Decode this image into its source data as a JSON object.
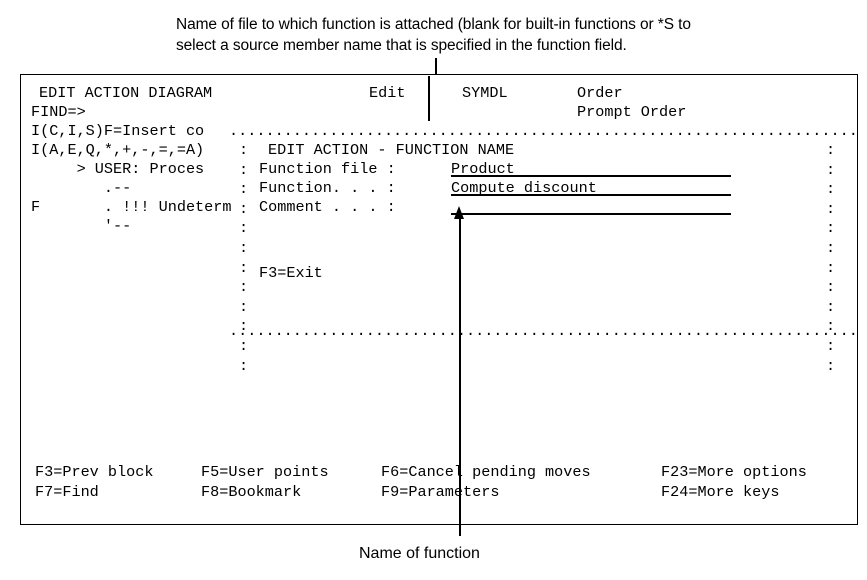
{
  "annotations": {
    "top_caption_line1": "Name of file to which function is attached (blank for built-in functions or *S to",
    "top_caption_line2": "select a source member name that is specified in the function field.",
    "bottom_caption": "Name of function"
  },
  "terminal": {
    "header": {
      "title": "EDIT ACTION DIAGRAM",
      "col_edit": "Edit",
      "col_symdl": "SYMDL",
      "col_order": "Order",
      "col_prompt_order": "Prompt Order",
      "find_prompt": "FIND=>"
    },
    "diagram_lines": [
      "I(C,I,S)F=Insert co",
      "I(A,E,Q,*,+,-,=,=A)",
      "     > USER: Proces",
      "        .--",
      "F       . !!! Undeterm",
      "        '--"
    ],
    "diagram_left_col": {
      "line1": "I(C,I,S)F=Insert co",
      "line2": "I(A,E,Q,*,+,-,=,=A)",
      "line3": "     > USER: Proces",
      "line4": "        .--",
      "line5": "F       . !!! Undeterm",
      "line6": "        '--"
    },
    "popup": {
      "title": "EDIT ACTION - FUNCTION NAME",
      "fields": [
        {
          "label": "Function file :",
          "value": "Product"
        },
        {
          "label": "Function. . . :",
          "value": "Compute discount"
        },
        {
          "label": "Comment . . . :",
          "value": ""
        }
      ],
      "exit_key": "F3=Exit",
      "border_top": "...........................................................................",
      "border_bottom": "...........................................................................",
      "side_marker": ":"
    },
    "function_keys": [
      {
        "key_label": "F3=Prev block"
      },
      {
        "key_label": "F5=User points"
      },
      {
        "key_label": "F6=Cancel pending moves"
      },
      {
        "key_label": "F23=More options"
      },
      {
        "key_label": "F7=Find"
      },
      {
        "key_label": "F8=Bookmark"
      },
      {
        "key_label": "F9=Parameters"
      },
      {
        "key_label": "F24=More keys"
      }
    ]
  },
  "colors": {
    "ink": "#000000",
    "paper": "#ffffff"
  }
}
